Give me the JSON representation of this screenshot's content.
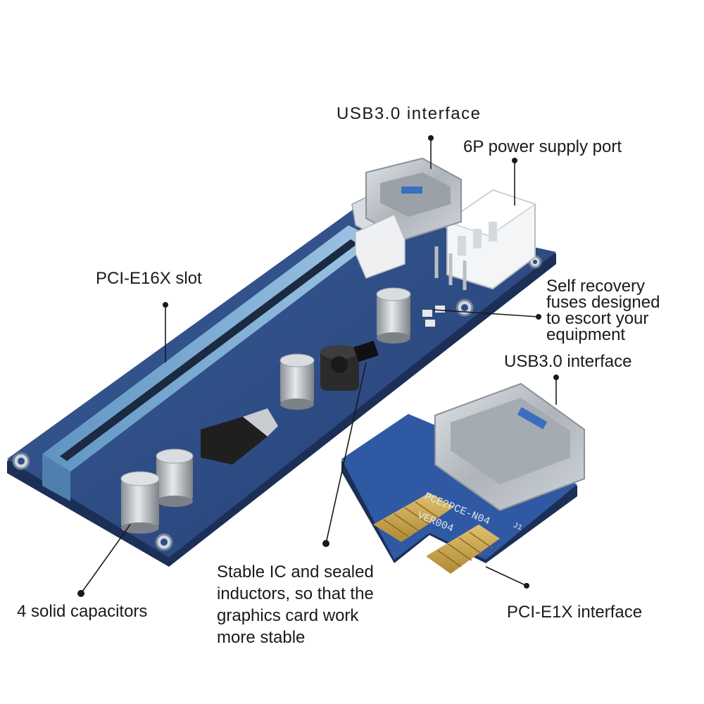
{
  "labels": {
    "usb_top": "USB3.0 interface",
    "power_port": "6P power supply port",
    "pcie16_slot": "PCI-E16X slot",
    "fuses": "Self recovery\nfuses designed\nto escort your\nequipment",
    "usb_small": "USB3.0 interface",
    "ic_inductors": "Stable IC and sealed\ninductors, so that the\ngraphics card work\nmore stable",
    "capacitors": "4 solid capacitors",
    "pcie1_interface": "PCI-E1X interface"
  },
  "board_markings": {
    "model": "PCE2PCE-N04",
    "version": "VER004",
    "connector_ref": "J1"
  },
  "colors": {
    "pcb_main": "#2e4d86",
    "pcb_dark": "#1c2f57",
    "slot_blue": "#7fb0d6",
    "gold_contacts": "#c9a44a",
    "label_text": "#1a1a1a"
  }
}
